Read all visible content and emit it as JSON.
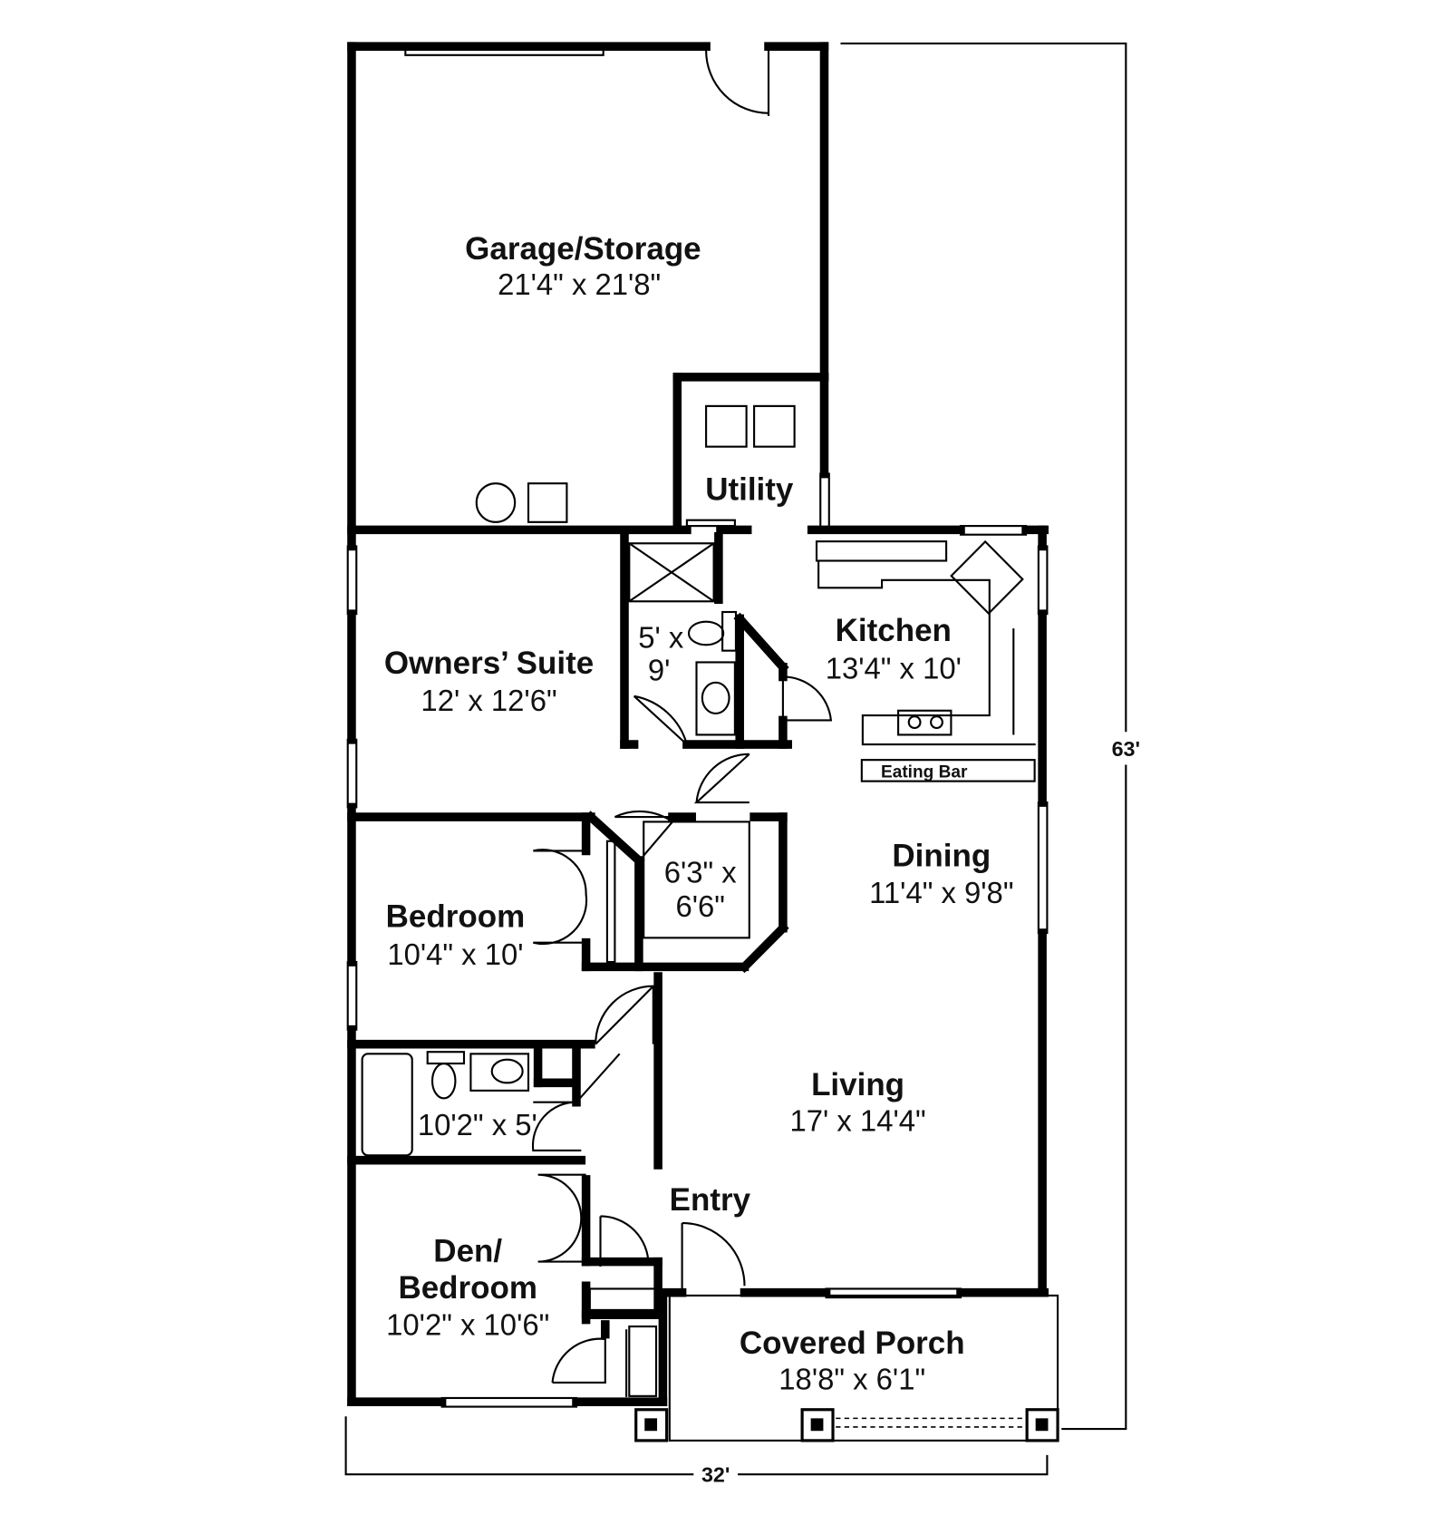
{
  "plan": {
    "rooms": [
      {
        "name": "Garage/Storage",
        "size": "21'4\" x 21'8\""
      },
      {
        "name": "Utility",
        "size": ""
      },
      {
        "name": "Kitchen",
        "size": "13'4\" x 10'"
      },
      {
        "name": "Owners’ Suite",
        "size": "12' x 12'6\""
      },
      {
        "name": "Dining",
        "size": "11'4\" x 9'8\""
      },
      {
        "name": "Bedroom",
        "size": "10'4\" x 10'"
      },
      {
        "name": "Living",
        "size": "17' x 14'4\""
      },
      {
        "name": "Entry",
        "size": ""
      },
      {
        "name": "Covered Porch",
        "size": "18'8\" x 6'1\""
      }
    ],
    "den": {
      "line1": "Den/",
      "line2": "Bedroom",
      "size": "10'2\" x 10'6\""
    },
    "owners_bath": {
      "line1": "5' x",
      "line2": "9'"
    },
    "closet": {
      "line1": "6'3\" x",
      "line2": "6'6\""
    },
    "hall_bath": {
      "size": "10'2\" x 5'"
    },
    "eating_bar": "Eating Bar",
    "overall": {
      "depth": "63'",
      "width": "32'"
    }
  }
}
